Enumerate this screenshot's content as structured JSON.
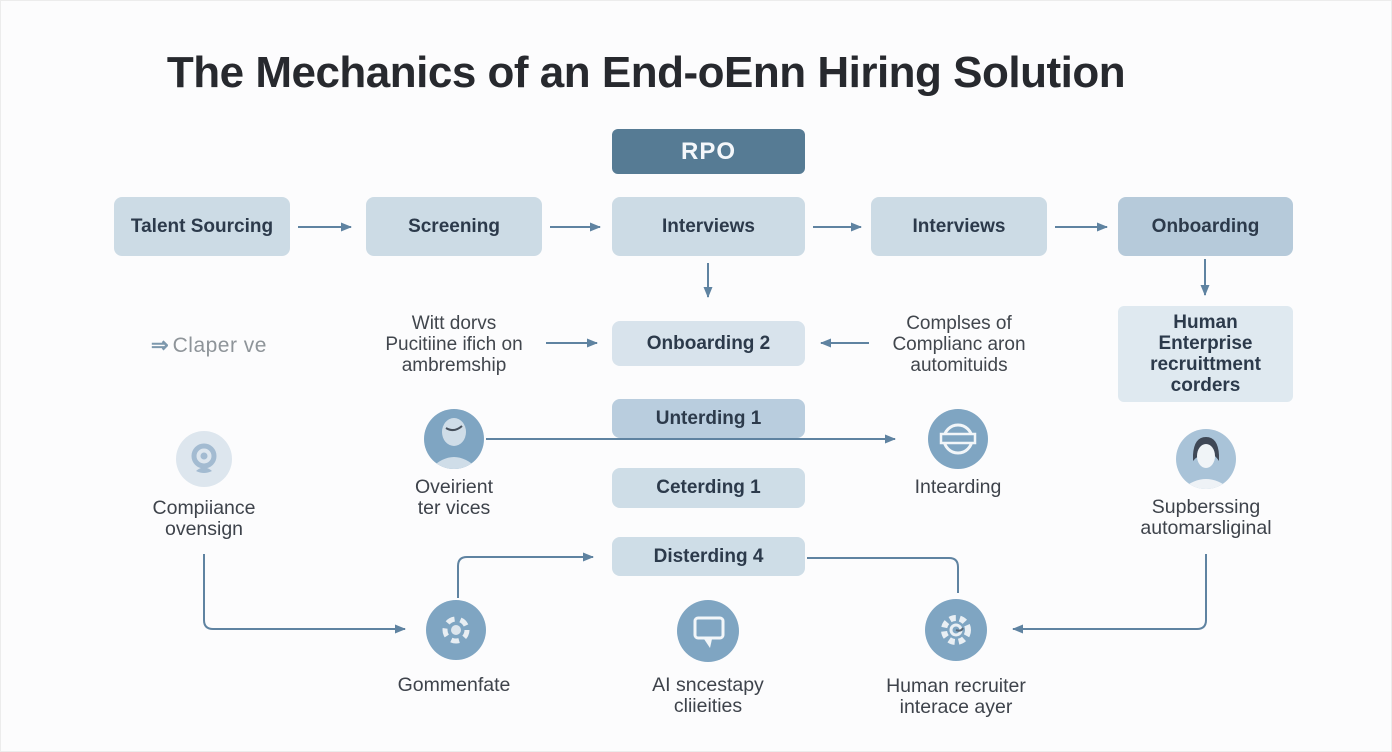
{
  "title": "The Mechanics of an End-oEnn Hiring Solution",
  "logo": {
    "glyph": "⇒",
    "text": "Claper ve"
  },
  "rpo_label": "RPO",
  "pipeline": [
    "Talent Sourcing",
    "Screening",
    "Interviews",
    "Interviews",
    "Onboarding"
  ],
  "middle": {
    "left_note": "Witt dorvs\nPucitiine ifich on\nambremship",
    "onboarding2": "Onboarding 2",
    "right_note": "Complses of\nComplianc aron\nautomituids",
    "human_enterprise_box": "Human\nEnterprise\nrecruittment\ncorders"
  },
  "stack": [
    "Unterding 1",
    "Ceterding 1",
    "Disterding 4"
  ],
  "nodes": {
    "compliance": "Compiiance\novensign",
    "oveirient": "Oveirient\nter vices",
    "intearding": "Intearding",
    "supberssing": "Supberssing\nautomarsliginal",
    "gommenfate": "Gommenfate",
    "ai_assistant": "AI sncestapy\ncliieities",
    "human_recruiter": "Human recruiter\ninterace ayer"
  },
  "colors": {
    "rpo_fill": "#567b94",
    "stage_fill": "#ccdbe5",
    "stage_fill_dark": "#b6cada",
    "stack_fill_dark": "#b9cdde",
    "light_box_fill": "#d8e3ec",
    "arrow": "#5f83a1",
    "icon_circle": "#7fa5c2",
    "icon_circle_light": "#a9c3d8",
    "icon_circle_pale": "#dde6ee",
    "title_text": "#27292e",
    "box_text": "#2c3a4b"
  }
}
